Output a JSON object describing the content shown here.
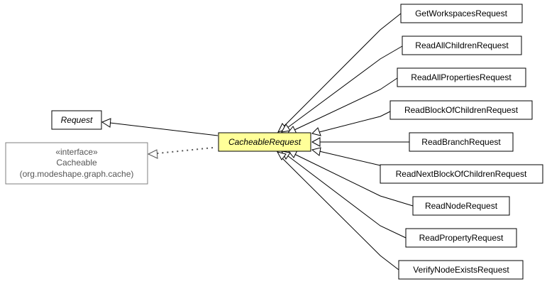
{
  "diagram": {
    "base_class": {
      "name": "Request"
    },
    "interface": {
      "stereotype": "«interface»",
      "name": "Cacheable",
      "package": "(org.modeshape.graph.cache)"
    },
    "focus_class": {
      "name": "CacheableRequest"
    },
    "subclasses": [
      "GetWorkspacesRequest",
      "ReadAllChildrenRequest",
      "ReadAllPropertiesRequest",
      "ReadBlockOfChildrenRequest",
      "ReadBranchRequest",
      "ReadNextBlockOfChildrenRequest",
      "ReadNodeRequest",
      "ReadPropertyRequest",
      "VerifyNodeExistsRequest"
    ],
    "colors": {
      "focus_fill": "#ffff99",
      "border": "#000000",
      "interface_border": "#7f7f7f",
      "interface_text": "#555555"
    }
  }
}
